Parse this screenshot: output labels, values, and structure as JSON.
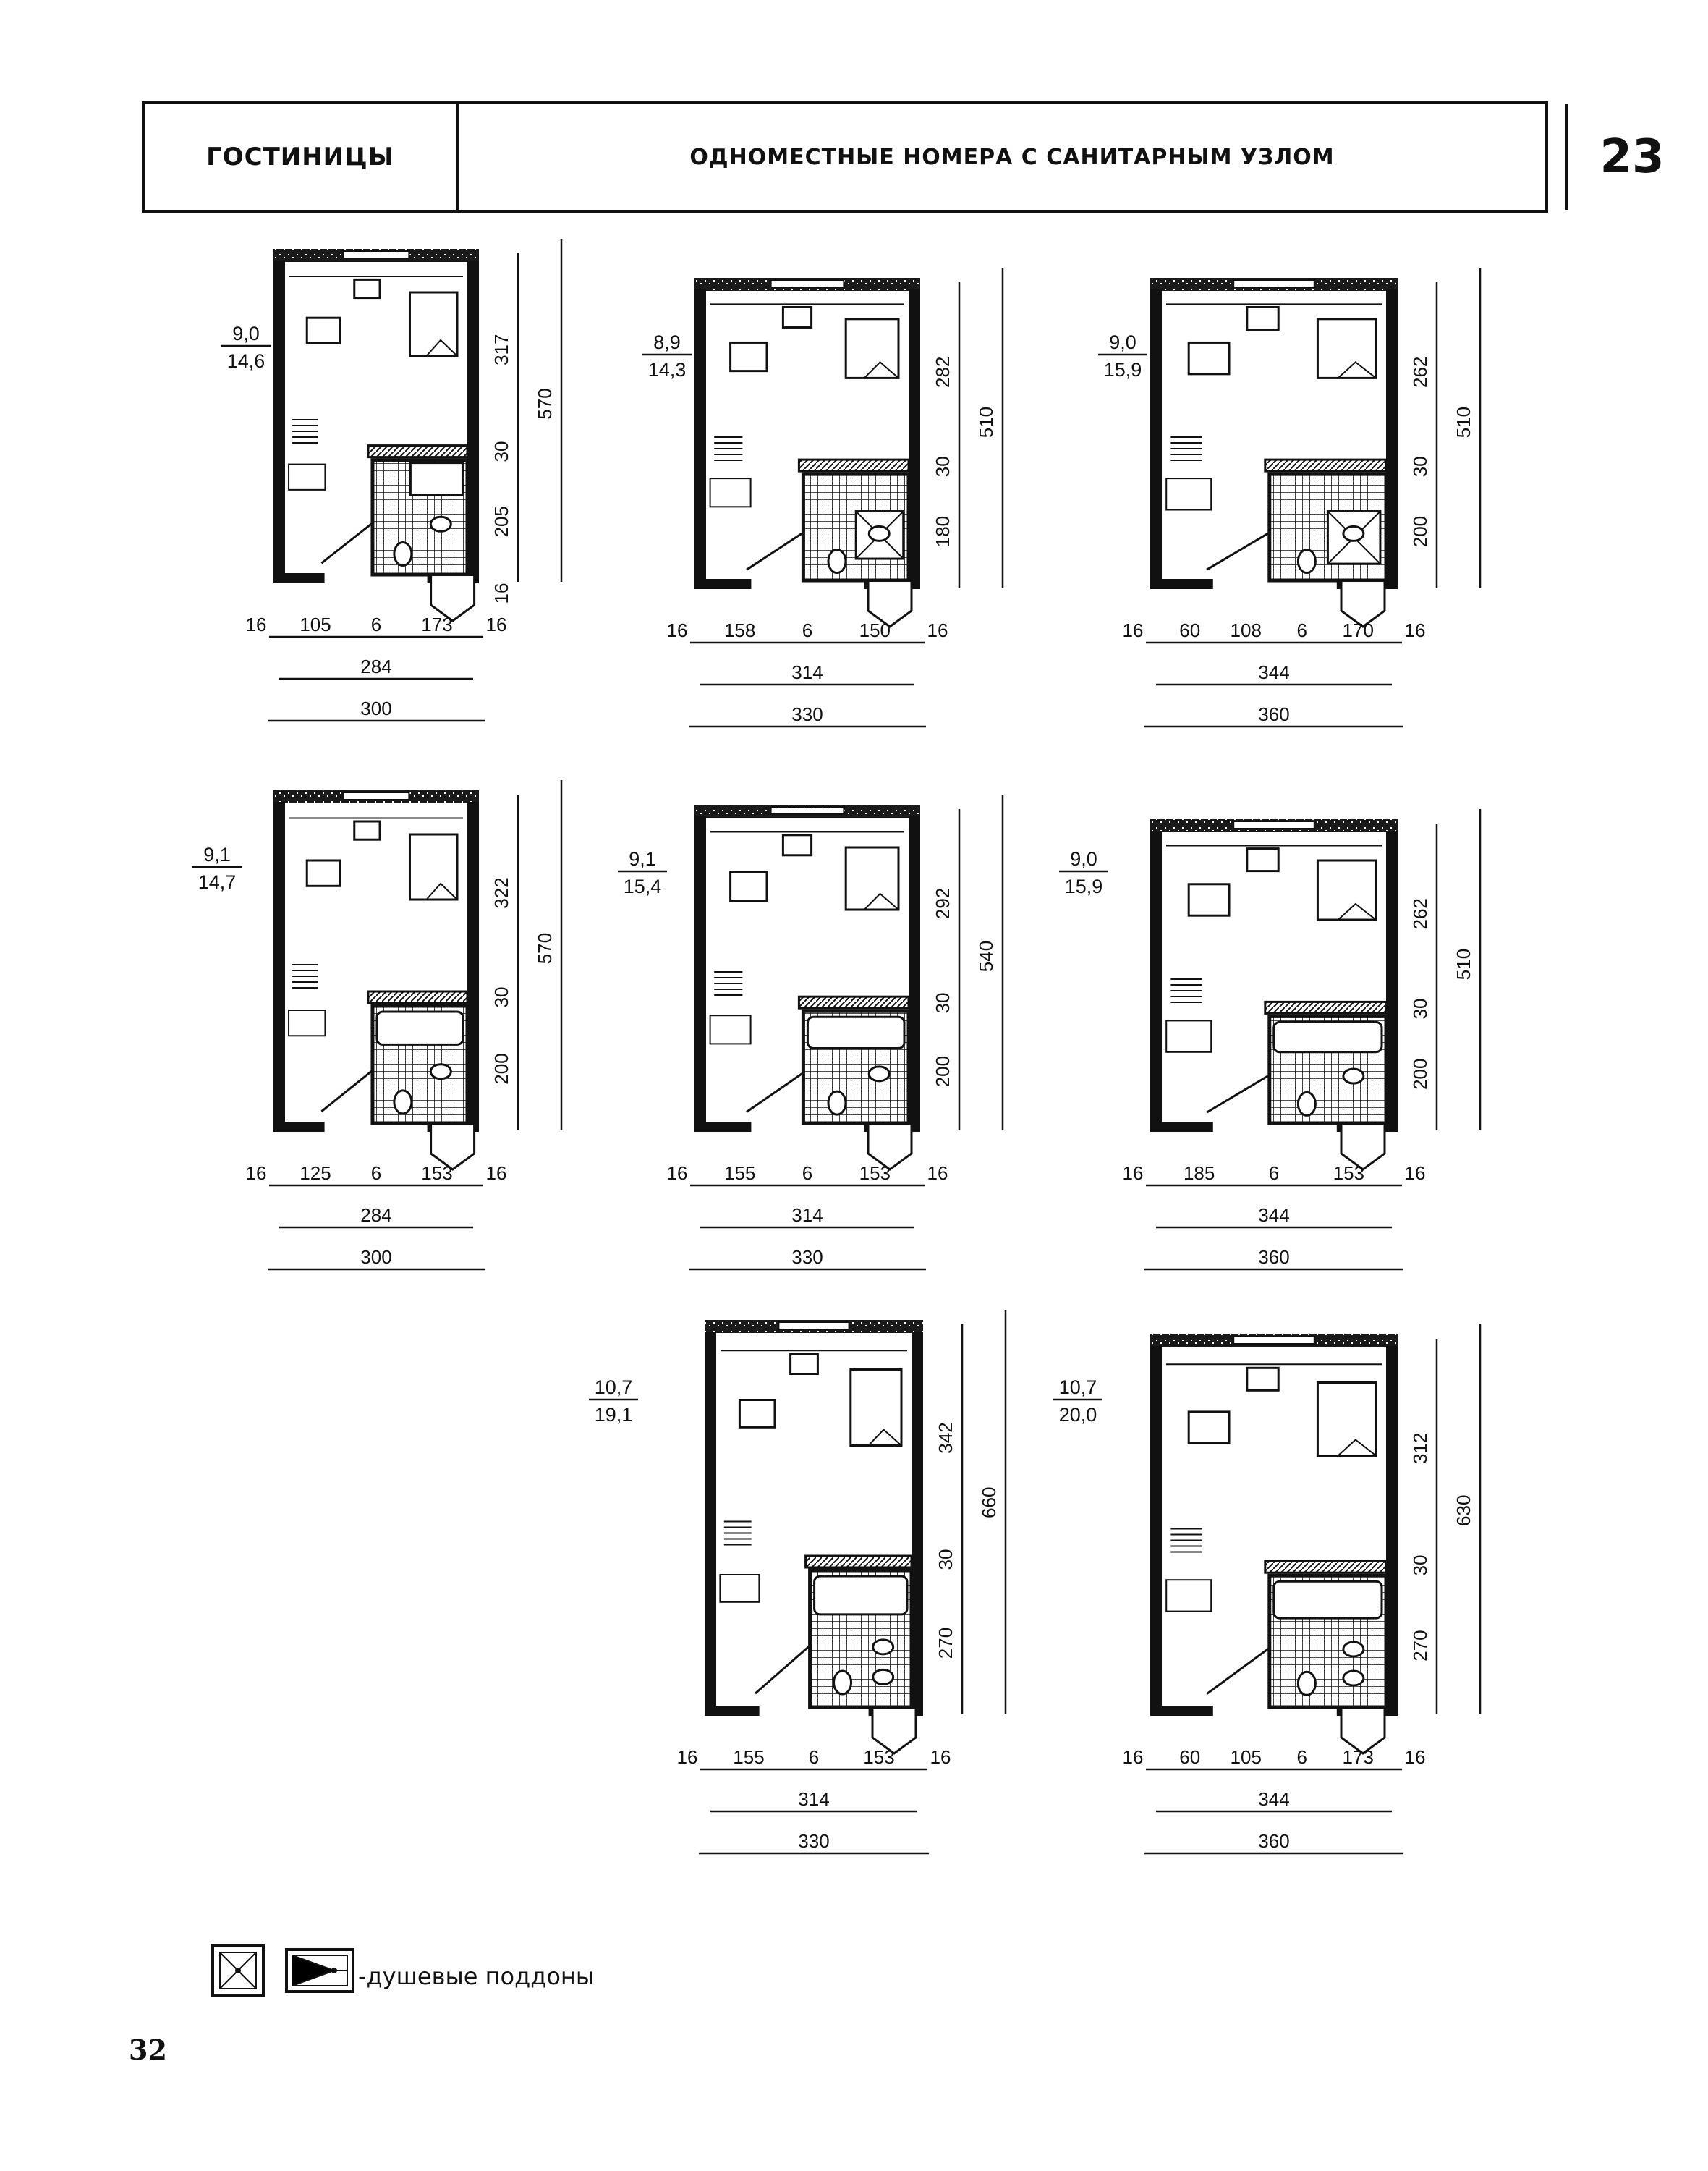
{
  "header": {
    "section": "ГОСТИНИЦЫ",
    "title": "ОДНОМЕСТНЫЕ НОМЕРА С САНИТАРНЫМ УЗЛОМ",
    "sheet_number": "23"
  },
  "plans": [
    {
      "id": "plan-1",
      "area_top": "9,0",
      "area_bottom": "14,6",
      "widths": [
        "16",
        "105",
        "6",
        "173",
        "16"
      ],
      "inner_width": "284",
      "outer_width": "300",
      "heights": [
        "317",
        "30",
        "205"
      ],
      "total_height": "570",
      "extra": "16"
    },
    {
      "id": "plan-2",
      "area_top": "8,9",
      "area_bottom": "14,3",
      "widths": [
        "16",
        "158",
        "6",
        "150",
        "16"
      ],
      "inner_width": "314",
      "outer_width": "330",
      "heights": [
        "282",
        "30",
        "180"
      ],
      "total_height": "510"
    },
    {
      "id": "plan-3",
      "area_top": "9,0",
      "area_bottom": "15,9",
      "widths": [
        "16",
        "60",
        "108",
        "6",
        "170",
        "16"
      ],
      "inner_width": "344",
      "outer_width": "360",
      "heights": [
        "262",
        "30",
        "200"
      ],
      "total_height": "510"
    },
    {
      "id": "plan-4",
      "area_top": "9,1",
      "area_bottom": "14,7",
      "widths": [
        "16",
        "125",
        "6",
        "153",
        "16"
      ],
      "inner_width": "284",
      "outer_width": "300",
      "heights": [
        "322",
        "30",
        "200"
      ],
      "total_height": "570"
    },
    {
      "id": "plan-5",
      "area_top": "9,1",
      "area_bottom": "15,4",
      "widths": [
        "16",
        "155",
        "6",
        "153",
        "16"
      ],
      "inner_width": "314",
      "outer_width": "330",
      "heights": [
        "292",
        "30",
        "200"
      ],
      "total_height": "540"
    },
    {
      "id": "plan-6",
      "area_top": "9,0",
      "area_bottom": "15,9",
      "widths": [
        "16",
        "185",
        "6",
        "153",
        "16"
      ],
      "inner_width": "344",
      "outer_width": "360",
      "heights": [
        "262",
        "30",
        "200"
      ],
      "total_height": "510"
    },
    {
      "id": "plan-7",
      "area_top": "10,7",
      "area_bottom": "19,1",
      "widths": [
        "16",
        "155",
        "6",
        "153",
        "16"
      ],
      "inner_width": "314",
      "outer_width": "330",
      "heights": [
        "342",
        "30",
        "270"
      ],
      "total_height": "660"
    },
    {
      "id": "plan-8",
      "area_top": "10,7",
      "area_bottom": "20,0",
      "widths": [
        "16",
        "60",
        "105",
        "6",
        "173",
        "16"
      ],
      "inner_width": "344",
      "outer_width": "360",
      "heights": [
        "312",
        "30",
        "270"
      ],
      "total_height": "630"
    }
  ],
  "legend": {
    "text": "-душевые поддоны"
  },
  "page_number": "32"
}
